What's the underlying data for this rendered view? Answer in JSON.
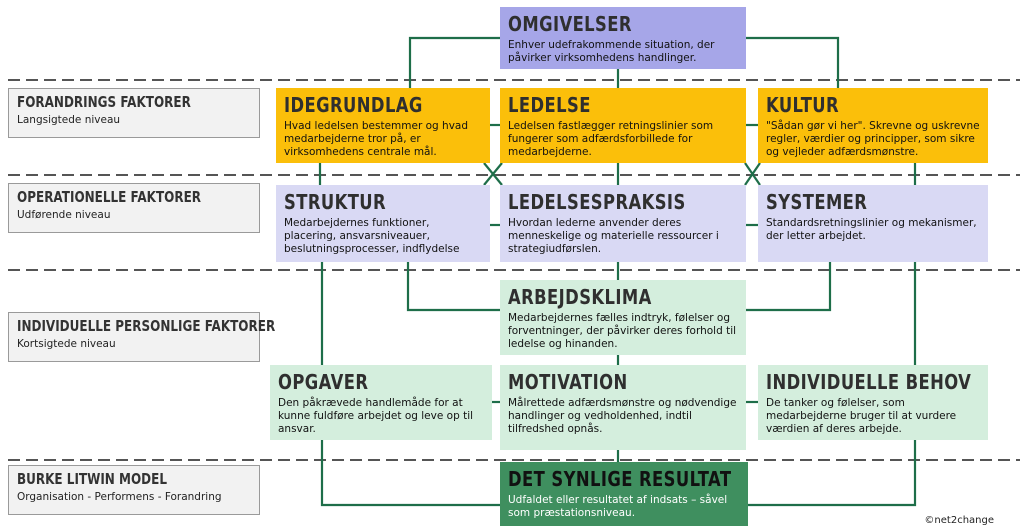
{
  "levels": [
    {
      "title": "FORANDRINGS FAKTORER",
      "subtitle": "Langsigtede niveau"
    },
    {
      "title": "OPERATIONELLE FAKTORER",
      "subtitle": "Udførende niveau"
    },
    {
      "title": "INDIVIDUELLE PERSONLIGE FAKTORER",
      "subtitle": "Kortsigtede niveau"
    },
    {
      "title": "BURKE LITWIN MODEL",
      "subtitle": "Organisation - Performens - Forandring"
    }
  ],
  "boxes": {
    "omgivelser": {
      "title": "OMGIVELSER",
      "desc": "Enhver udefrakommende situation, der påvirker virksomhedens handlinger."
    },
    "idegrundlag": {
      "title": "IDEGRUNDLAG",
      "desc": "Hvad ledelsen bestemmer og hvad medarbejderne tror på, er virksomhedens centrale mål."
    },
    "ledelse": {
      "title": "LEDELSE",
      "desc": "Ledelsen fastlægger retningslinier som fungerer som adfærdsforbillede for medarbejderne."
    },
    "kultur": {
      "title": "KULTUR",
      "desc": "\"Sådan gør vi her\". Skrevne og uskrevne regler, værdier og principper, som sikre og vejleder adfærdsmønstre."
    },
    "struktur": {
      "title": "STRUKTUR",
      "desc": "Medarbejdernes funktioner, placering, ansvarsniveauer, beslutningsprocesser, indflydelse"
    },
    "ledelsespraksis": {
      "title": "LEDELSESPRAKSIS",
      "desc": "Hvordan lederne anvender deres menneskelige og materielle ressourcer i strategiudførslen."
    },
    "systemer": {
      "title": "SYSTEMER",
      "desc": "Standardsretningslinier og mekanismer, der letter arbejdet."
    },
    "arbejdsklima": {
      "title": "ARBEJDSKLIMA",
      "desc": "Medarbejdernes fælles indtryk, følelser og forventninger, der påvirker deres forhold til ledelse og hinanden."
    },
    "opgaver": {
      "title": "OPGAVER",
      "desc": "Den påkrævede handlemåde for at kunne fuldføre arbejdet og leve op til ansvar."
    },
    "motivation": {
      "title": "MOTIVATION",
      "desc": "Målrettede adfærdsmønstre og nødvendige handlinger og vedholdenhed, indtil tilfredshed opnås."
    },
    "behov": {
      "title": "INDIVIDUELLE BEHOV",
      "desc": "De tanker og følelser, som medarbejderne bruger til at vurdere værdien af deres arbejde."
    },
    "resultat": {
      "title": "DET SYNLIGE RESULTAT",
      "desc": "Udfaldet eller resultatet af indsats – såvel som præstationsniveau."
    }
  },
  "credit": "©net2change",
  "colors": {
    "line": "#1e6e49",
    "yellow": "#fbbf0a",
    "purple": "#a6a6e8",
    "lavender": "#d9d9f4",
    "green": "#d4eedd",
    "dark_green": "#3f8f5f",
    "dash": "#555555"
  }
}
